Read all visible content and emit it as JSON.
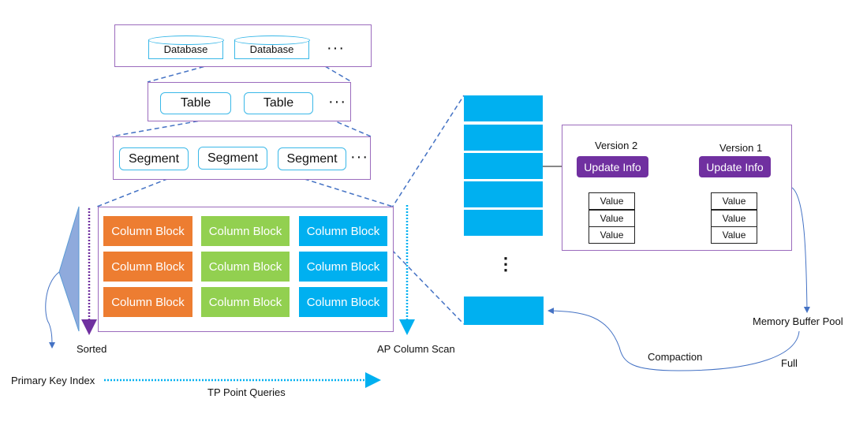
{
  "diagram": {
    "database_level": {
      "items": [
        "Database",
        "Database"
      ],
      "more": "···"
    },
    "table_level": {
      "items": [
        "Table",
        "Table"
      ],
      "more": "···"
    },
    "segment_level": {
      "items": [
        "Segment",
        "Segment",
        "Segment"
      ],
      "more": "···"
    },
    "column_blocks": {
      "label": "Column Block",
      "columns": [
        {
          "color": "#ed7d31",
          "rows": [
            "Column Block",
            "Column Block",
            "Column Block"
          ]
        },
        {
          "color": "#92d050",
          "rows": [
            "Column Block",
            "Column Block",
            "Column Block"
          ]
        },
        {
          "color": "#00b0f0",
          "rows": [
            "Column Block",
            "Column Block",
            "Column Block"
          ]
        }
      ]
    },
    "labels": {
      "sorted": "Sorted",
      "ap_scan": "AP Column Scan",
      "pk_index": "Primary Key Index",
      "tp_queries": "TP Point Queries",
      "memory_pool": "Memory Buffer Pool",
      "compaction": "Compaction",
      "full": "Full",
      "vertical_ellipsis": "⋮"
    },
    "versions": [
      {
        "title": "Version 2",
        "node": "Update Info",
        "values": [
          "Value",
          "Value",
          "Value"
        ]
      },
      {
        "title": "Version 1",
        "node": "Update Info",
        "values": [
          "Value",
          "Value",
          "Value"
        ]
      }
    ],
    "colors": {
      "container_border": "#9b6bbd",
      "item_border": "#3ab8e8",
      "dashed_link": "#4472c4",
      "update_info": "#7030a0",
      "pk_triangle": "#8faadc"
    }
  }
}
